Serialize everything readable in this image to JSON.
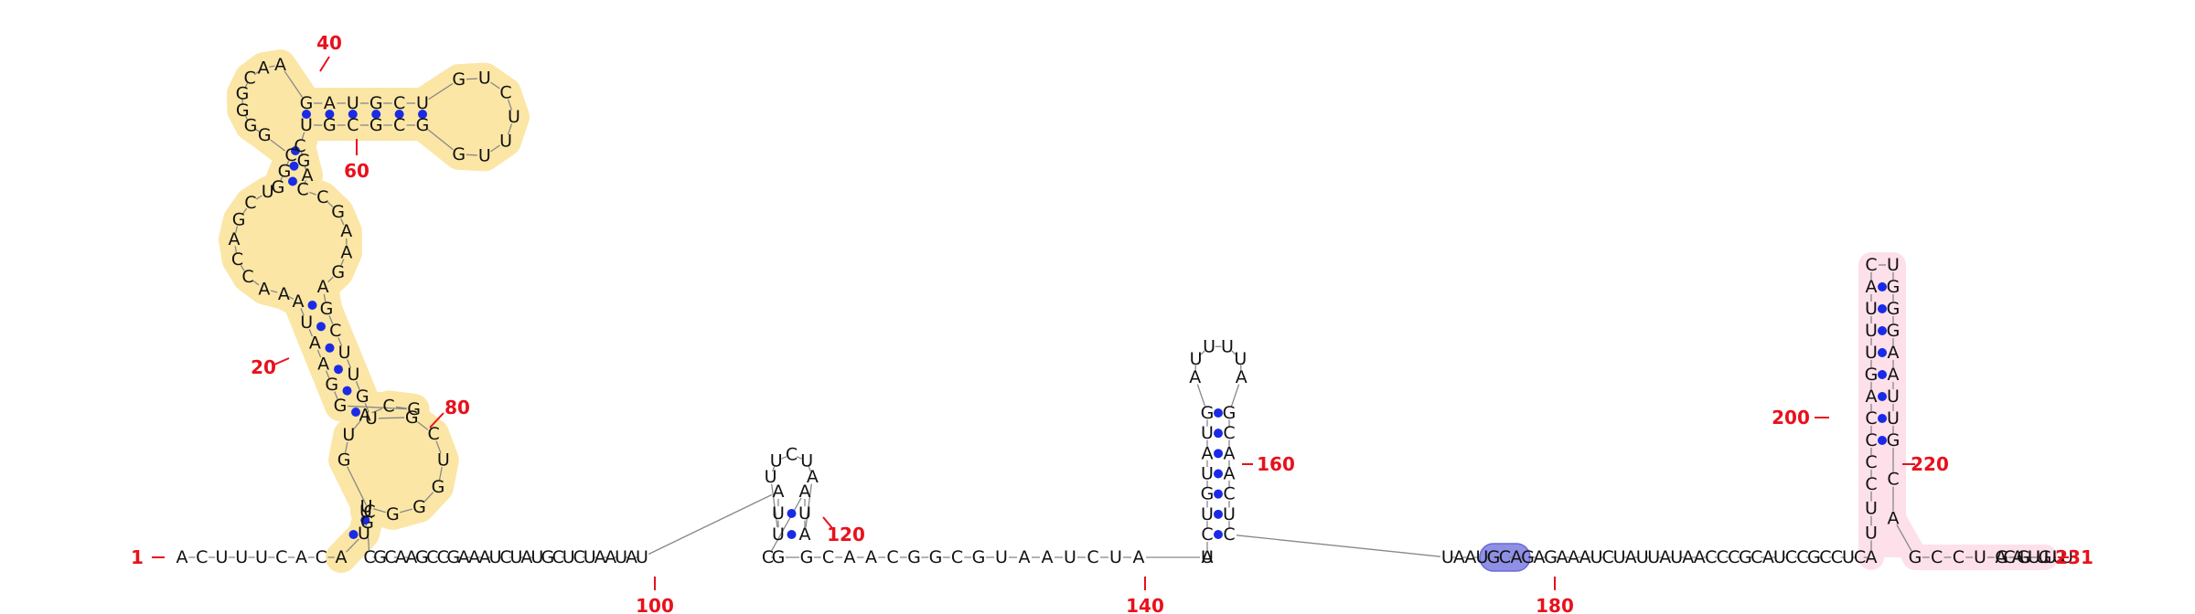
{
  "rna": {
    "sequence": "ACUUUCACAUCGUACGGGAAUAAACCAGCUGGCGGGGCAAGAUGCUGUCUUUGGCGCGUCGACCGAAGAGCUUGUGCUGGGUUGCGCAAGCCGAAAUCUAUGCUCUAAUAUAUUUUCUAAUACGGCAACGGCGUAAUCUAAUCUGUAUGAUUUUAGCAACUCUAAUGCAGAGAAAUCUAUUAUAACCCGCAUCCGCCUCAUUCCCCAGUUUACUGGGAAUUGCAGCCUGGGACAUUUUUU",
    "length": 231,
    "pair_color": "#1a2be6",
    "number_color": "#e8111c",
    "highlight_colors": {
      "yellow": "#fbe6a6",
      "pink": "#fde0ea",
      "blue": "#8f8fe6"
    },
    "labels": [
      {
        "id": "n1",
        "text": "1"
      },
      {
        "id": "n20",
        "text": "20"
      },
      {
        "id": "n40",
        "text": "40"
      },
      {
        "id": "n60",
        "text": "60"
      },
      {
        "id": "n80",
        "text": "80"
      },
      {
        "id": "n100",
        "text": "100"
      },
      {
        "id": "n120",
        "text": "120"
      },
      {
        "id": "n140",
        "text": "140"
      },
      {
        "id": "n160",
        "text": "160"
      },
      {
        "id": "n180",
        "text": "180"
      },
      {
        "id": "n200",
        "text": "200"
      },
      {
        "id": "n220",
        "text": "220"
      },
      {
        "id": "n231",
        "text": "231"
      }
    ]
  }
}
